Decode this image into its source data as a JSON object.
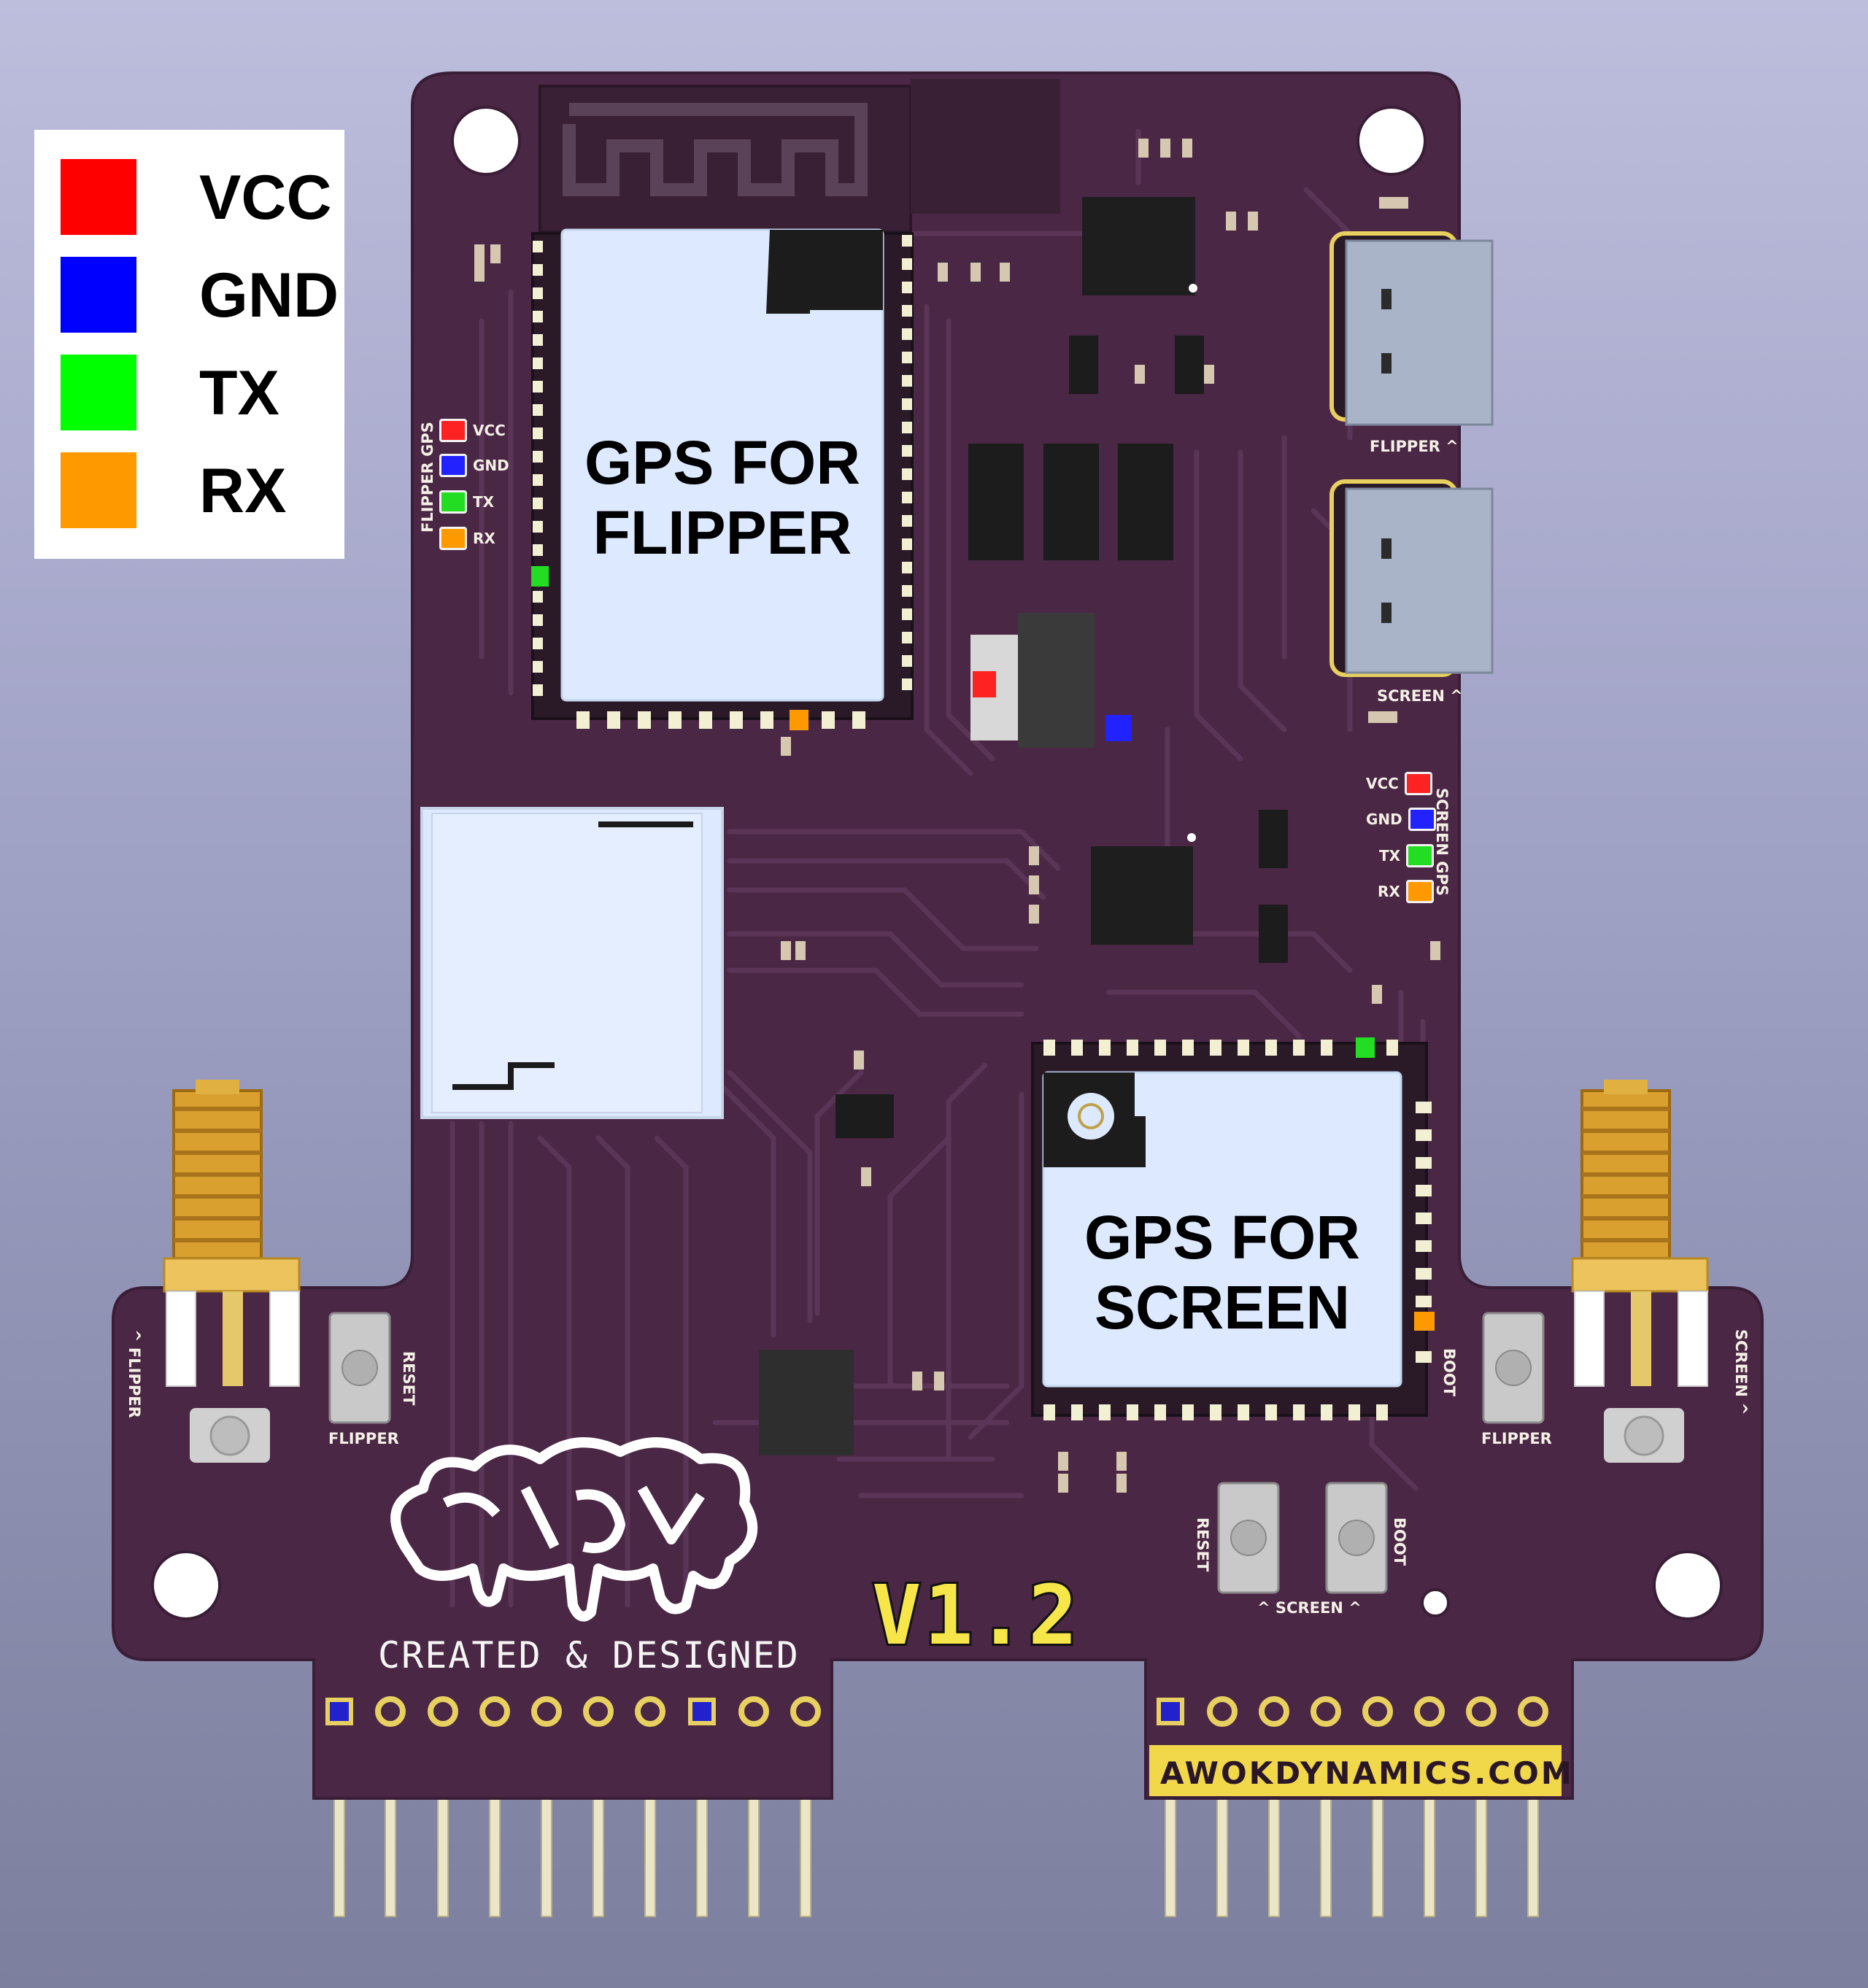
{
  "legend": {
    "items": [
      {
        "label": "VCC",
        "color": "#ff0000"
      },
      {
        "label": "GND",
        "color": "#0000ff"
      },
      {
        "label": "TX",
        "color": "#00ff00"
      },
      {
        "label": "RX",
        "color": "#ff9900"
      }
    ]
  },
  "modules": {
    "flipper_gps": {
      "line1": "GPS FOR",
      "line2": "FLIPPER"
    },
    "screen_gps": {
      "line1": "GPS FOR",
      "line2": "SCREEN"
    }
  },
  "pin_labels": {
    "flipper_gps_header": "FLIPPER GPS",
    "screen_gps_header": "SCREEN GPS",
    "vcc": "VCC",
    "gnd": "GND",
    "tx": "TX",
    "rx": "RX"
  },
  "silkscreen": {
    "usb_flipper": "FLIPPER ^",
    "usb_screen": "SCREEN ^",
    "reset": "RESET",
    "boot": "BOOT",
    "flipper": "FLIPPER",
    "screen_btns": "^ SCREEN ^",
    "antenna_flipper": "^ FLIPPER",
    "antenna_screen": "SCREEN ^",
    "credit": "CREATED & DESIGNED",
    "version": "V1.2",
    "website": "AWOKDYNAMICS.COM"
  },
  "colors": {
    "pcb": "#4a2744",
    "pcb_trace": "#5a3455",
    "silk": "#f4f0e6",
    "gold": "#e5c86a",
    "module": "#dce9ff"
  }
}
